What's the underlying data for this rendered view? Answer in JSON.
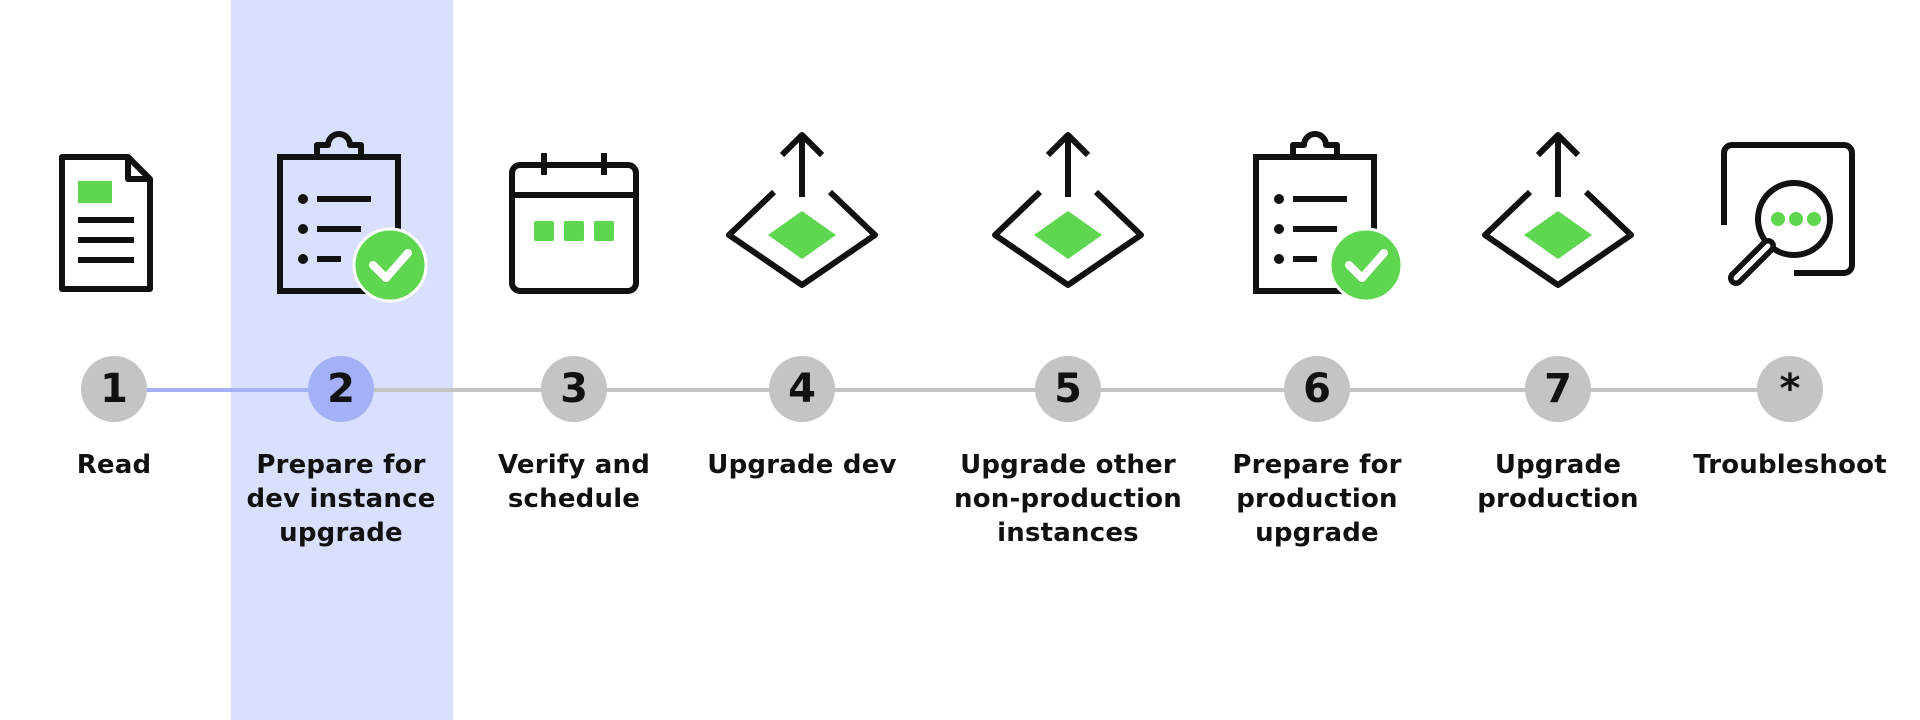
{
  "steps": [
    {
      "number": "1",
      "label": "Read",
      "icon": "document-icon",
      "active": false
    },
    {
      "number": "2",
      "label": "Prepare for\ndev instance\nupgrade",
      "icon": "clipboard-check-icon",
      "active": true
    },
    {
      "number": "3",
      "label": "Verify and\nschedule",
      "icon": "calendar-icon",
      "active": false
    },
    {
      "number": "4",
      "label": "Upgrade dev",
      "icon": "upgrade-diamond-icon",
      "active": false
    },
    {
      "number": "5",
      "label": "Upgrade other\nnon-production\ninstances",
      "icon": "upgrade-diamond-icon",
      "active": false
    },
    {
      "number": "6",
      "label": "Prepare for\nproduction\nupgrade",
      "icon": "clipboard-check-icon",
      "active": false
    },
    {
      "number": "7",
      "label": "Upgrade\nproduction",
      "icon": "upgrade-diamond-icon",
      "active": false
    },
    {
      "number": "*",
      "label": "Troubleshoot",
      "icon": "search-document-icon",
      "active": false
    }
  ],
  "colors": {
    "highlight_band": "#d9e0fd",
    "active_circle": "#a4b1f6",
    "inactive_circle": "#c4c4c4",
    "icon_stroke": "#111111",
    "icon_accent": "#5fd64f"
  }
}
